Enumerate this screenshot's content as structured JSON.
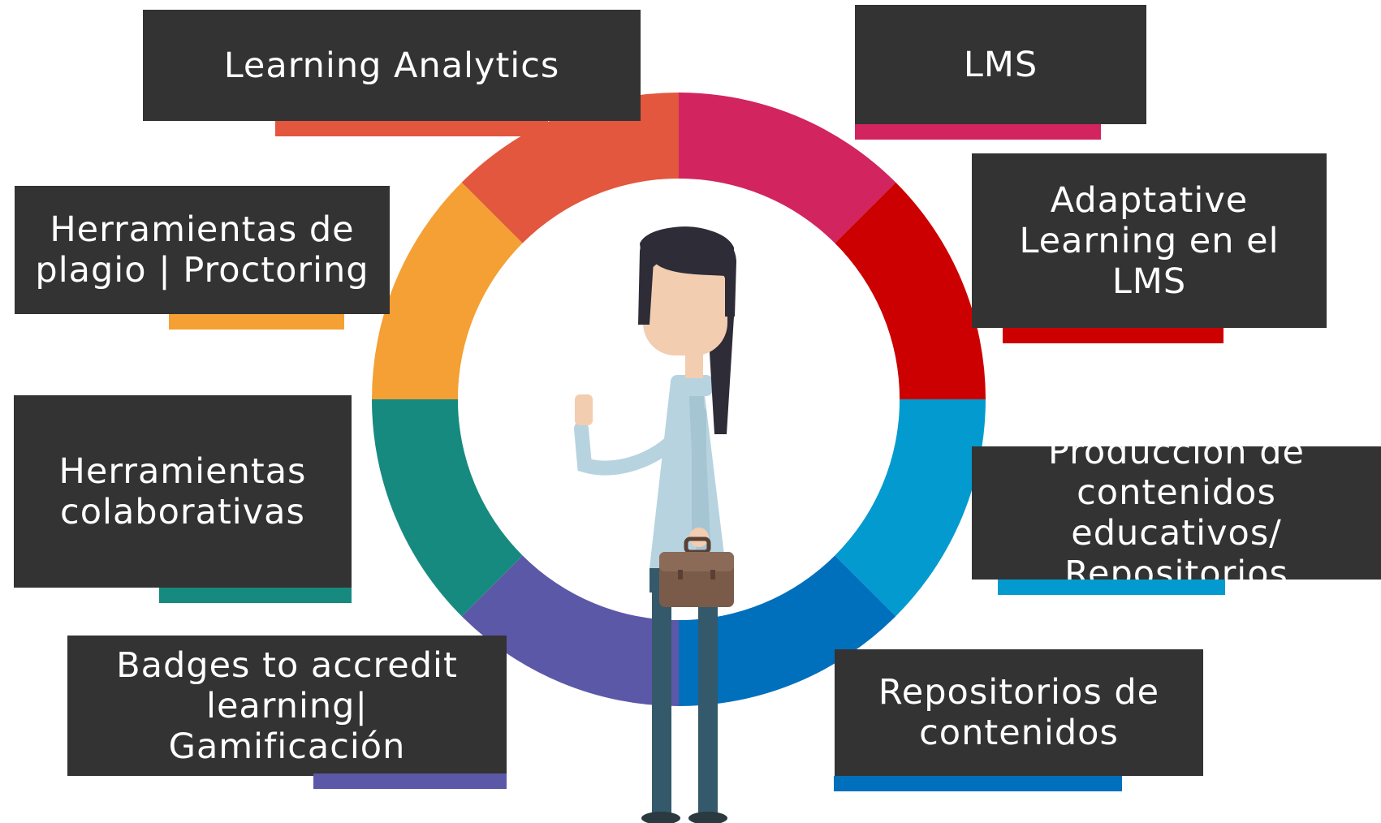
{
  "labels": {
    "learning_analytics": {
      "text": "Learning Analytics",
      "color": "#e2573d"
    },
    "lms": {
      "text": "LMS",
      "color": "#d2245e"
    },
    "plagio": {
      "text": "Herramientas de\nplagio | Proctoring",
      "color": "#f4a034"
    },
    "adaptive": {
      "text": "Adaptative\nLearning en el\nLMS",
      "color": "#cc0000"
    },
    "colaborativas": {
      "text": "Herramientas\ncolaborativas",
      "color": "#178a80"
    },
    "produccion": {
      "text": "Producción de\ncontenidos educativos/\nRepositorios",
      "color": "#039bcf"
    },
    "badges": {
      "text": "Badges to accredit\nlearning|\nGamificación",
      "color": "#5c58a8"
    },
    "repositorios": {
      "text": "Repositorios de\ncontenidos",
      "color": "#006fbc"
    }
  },
  "ring_colors": [
    "#d2245e",
    "#cc0000",
    "#039bcf",
    "#006fbc",
    "#5c58a8",
    "#178a80",
    "#f4a034",
    "#e2573d"
  ],
  "figure_icon": "student-with-briefcase-icon"
}
